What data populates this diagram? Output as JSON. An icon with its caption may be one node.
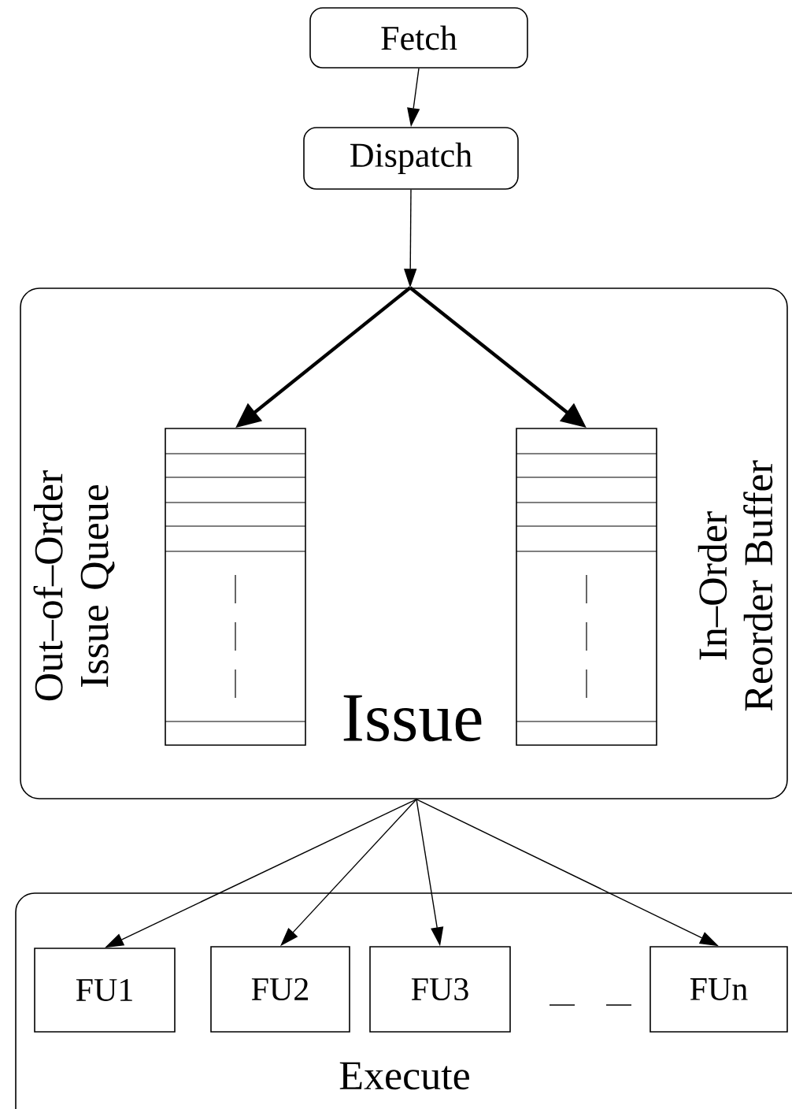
{
  "diagram": {
    "nodes": [
      {
        "text": [
          "Fetch"
        ]
      },
      {
        "text": [
          "Dispatch"
        ]
      },
      {
        "text": [
          "Issue"
        ]
      },
      {
        "text": [
          "Out–of–Order Issue Queue"
        ],
        "in": 2
      },
      {
        "text": [
          "In–Order Reorder Buffer"
        ],
        "in": 2
      },
      {
        "text": [
          "Execute"
        ]
      },
      {
        "text": [
          "FU1"
        ],
        "in": 5
      },
      {
        "text": [
          "FU2"
        ],
        "in": 5
      },
      {
        "text": [
          "FU3"
        ],
        "in": 5
      },
      {
        "text": [
          "FUn"
        ],
        "in": 5
      }
    ],
    "edges": [
      {
        "from": 0,
        "to": 1,
        "arrow": "to"
      },
      {
        "from": 1,
        "to": 2,
        "arrow": "to"
      },
      {
        "from": 2,
        "to": 3,
        "arrow": "to",
        "style": "thick"
      },
      {
        "from": 2,
        "to": 4,
        "arrow": "to",
        "style": "thick"
      },
      {
        "from": 2,
        "to": 6,
        "arrow": "to"
      },
      {
        "from": 2,
        "to": 7,
        "arrow": "to"
      },
      {
        "from": 2,
        "to": 8,
        "arrow": "to"
      },
      {
        "from": 2,
        "to": 9,
        "arrow": "to"
      }
    ]
  }
}
